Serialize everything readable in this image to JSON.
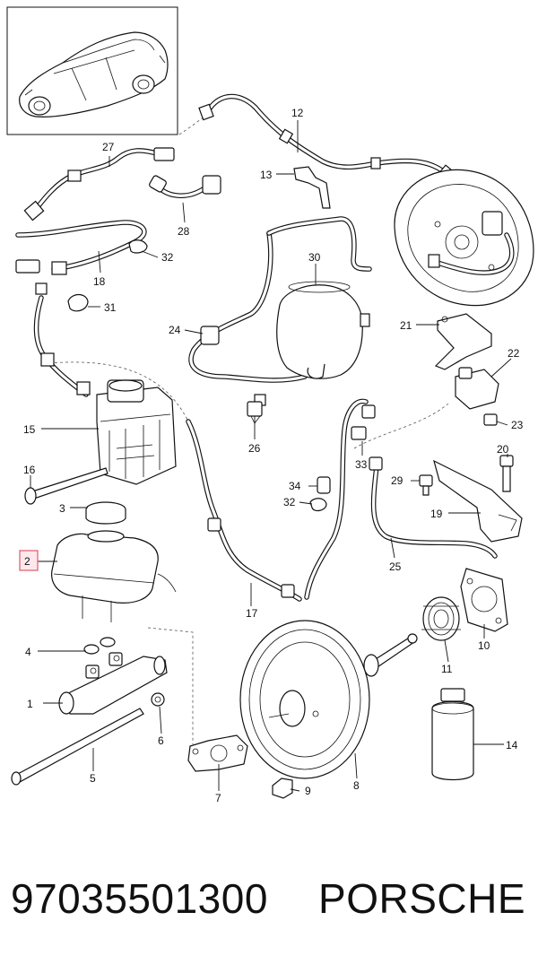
{
  "labels": {
    "l1": "1",
    "l2": "2",
    "l3": "3",
    "l4": "4",
    "l5": "5",
    "l6": "6",
    "l7": "7",
    "l8": "8",
    "l9": "9",
    "l10": "10",
    "l11": "11",
    "l12": "12",
    "l13": "13",
    "l14": "14",
    "l15": "15",
    "l16": "16",
    "l17": "17",
    "l18": "18",
    "l19": "19",
    "l20": "20",
    "l21": "21",
    "l22": "22",
    "l23": "23",
    "l24": "24",
    "l25": "25",
    "l26": "26",
    "l27": "27",
    "l28": "28",
    "l29": "29",
    "l30": "30",
    "l31": "31",
    "l32a": "32",
    "l32b": "32",
    "l33": "33",
    "l34": "34"
  },
  "footer": {
    "part_number": "97035501300",
    "brand": "PORSCHE"
  },
  "highlight_color": "#e05a6a"
}
